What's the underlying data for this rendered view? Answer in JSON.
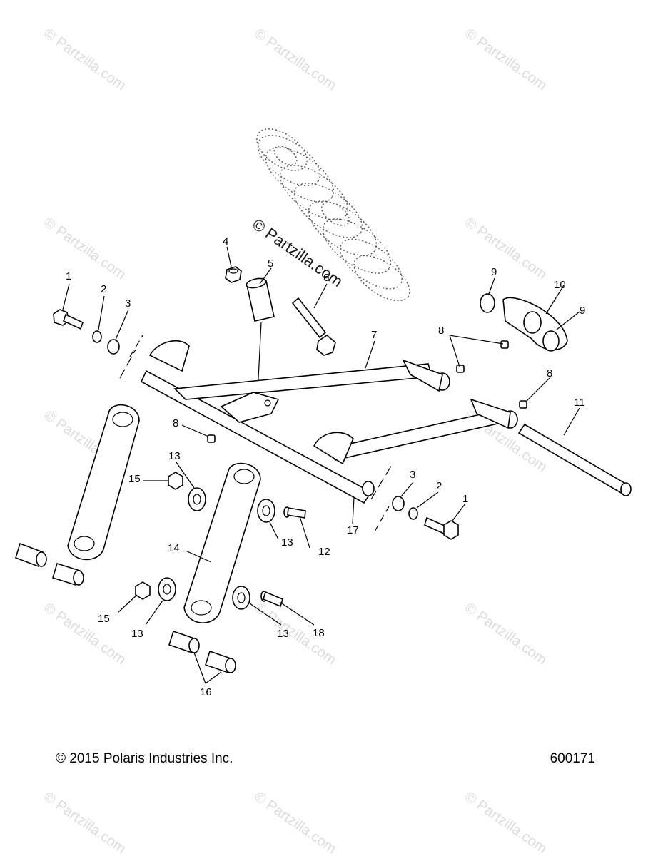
{
  "watermark": {
    "text": "© Partzilla.com",
    "center_text": "© Partzilla.com"
  },
  "footer": {
    "copyright": "© 2015 Polaris Industries Inc.",
    "reference": "600171"
  },
  "callouts": {
    "c1a": "1",
    "c2a": "2",
    "c3a": "3",
    "c4": "4",
    "c5": "5",
    "c6": "6",
    "c7": "7",
    "c8a": "8",
    "c8b": "8",
    "c8c": "8",
    "c9a": "9",
    "c9b": "9",
    "c10": "10",
    "c11": "11",
    "c12": "12",
    "c13a": "13",
    "c13b": "13",
    "c13c": "13",
    "c13d": "13",
    "c14": "14",
    "c15a": "15",
    "c15b": "15",
    "c16": "16",
    "c17": "17",
    "c18": "18",
    "c3b": "3",
    "c2b": "2",
    "c1b": "1"
  },
  "icons": {
    "spring": "coil-spring-icon",
    "arm": "a-arm-icon",
    "link": "link-arm-icon"
  }
}
